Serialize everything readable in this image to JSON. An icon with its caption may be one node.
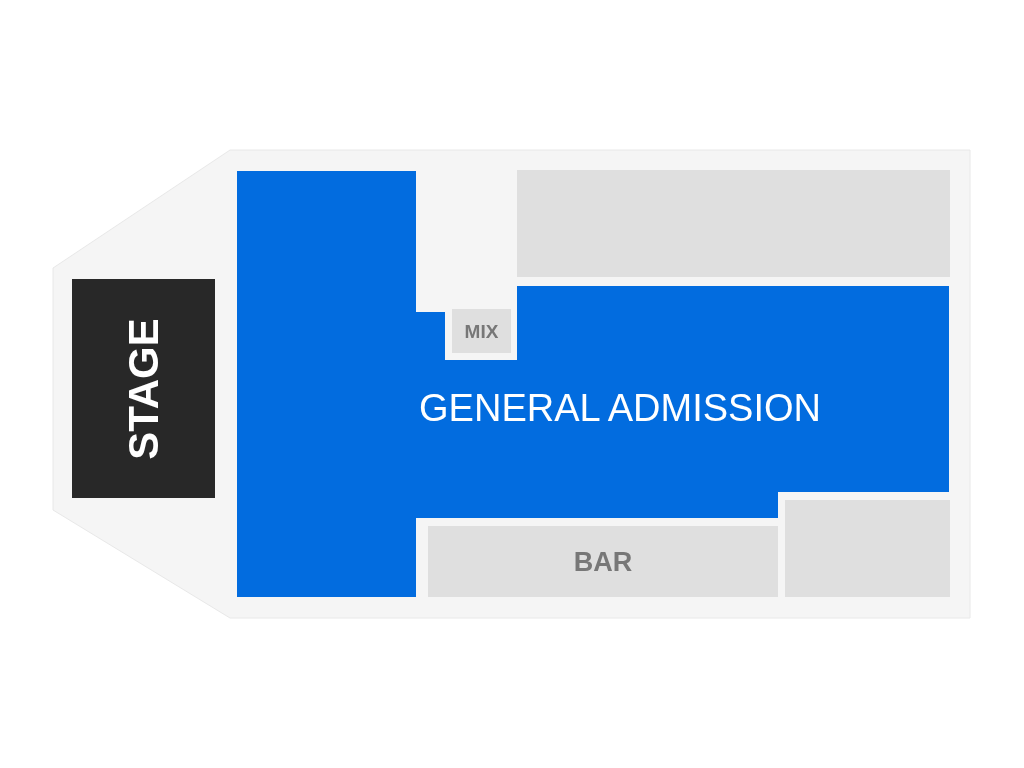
{
  "diagram": {
    "nodes": [
      {
        "text": [
          "GENERAL ADMISSION"
        ]
      },
      {
        "text": [],
        "shape": "box"
      },
      {
        "text": [
          "STAGE"
        ]
      },
      {
        "text": [
          "MIX"
        ]
      },
      {
        "text": [
          "BAR"
        ]
      },
      {
        "text": [],
        "shape": "box"
      }
    ]
  }
}
